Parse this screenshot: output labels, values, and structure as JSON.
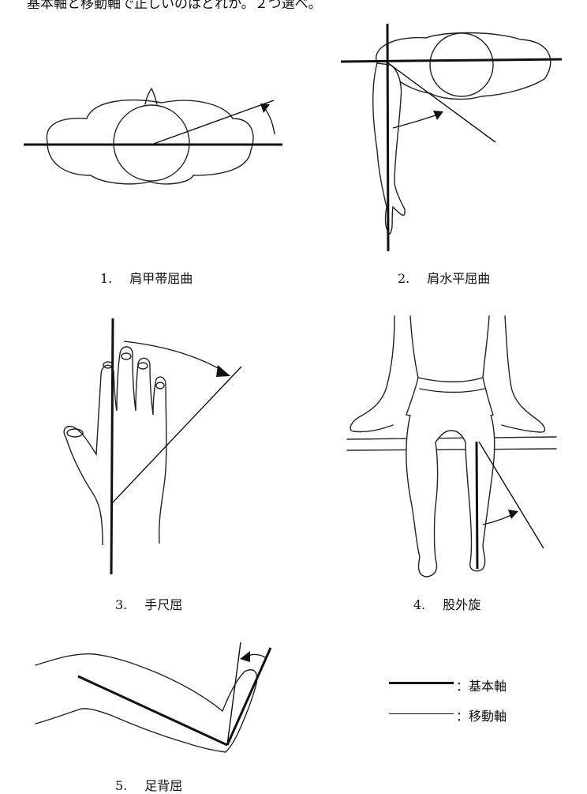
{
  "question": "基本軸と移動軸で正しいのはどれか。２つ選べ。",
  "figures": [
    {
      "number": "1.",
      "label": "肩甲帯屈曲"
    },
    {
      "number": "2.",
      "label": "肩水平屈曲"
    },
    {
      "number": "3.",
      "label": "手尺屈"
    },
    {
      "number": "4.",
      "label": "股外旋"
    },
    {
      "number": "5.",
      "label": "足背屈"
    }
  ],
  "legend": {
    "base_axis": "：基本軸",
    "moving_axis": "：移動軸"
  }
}
